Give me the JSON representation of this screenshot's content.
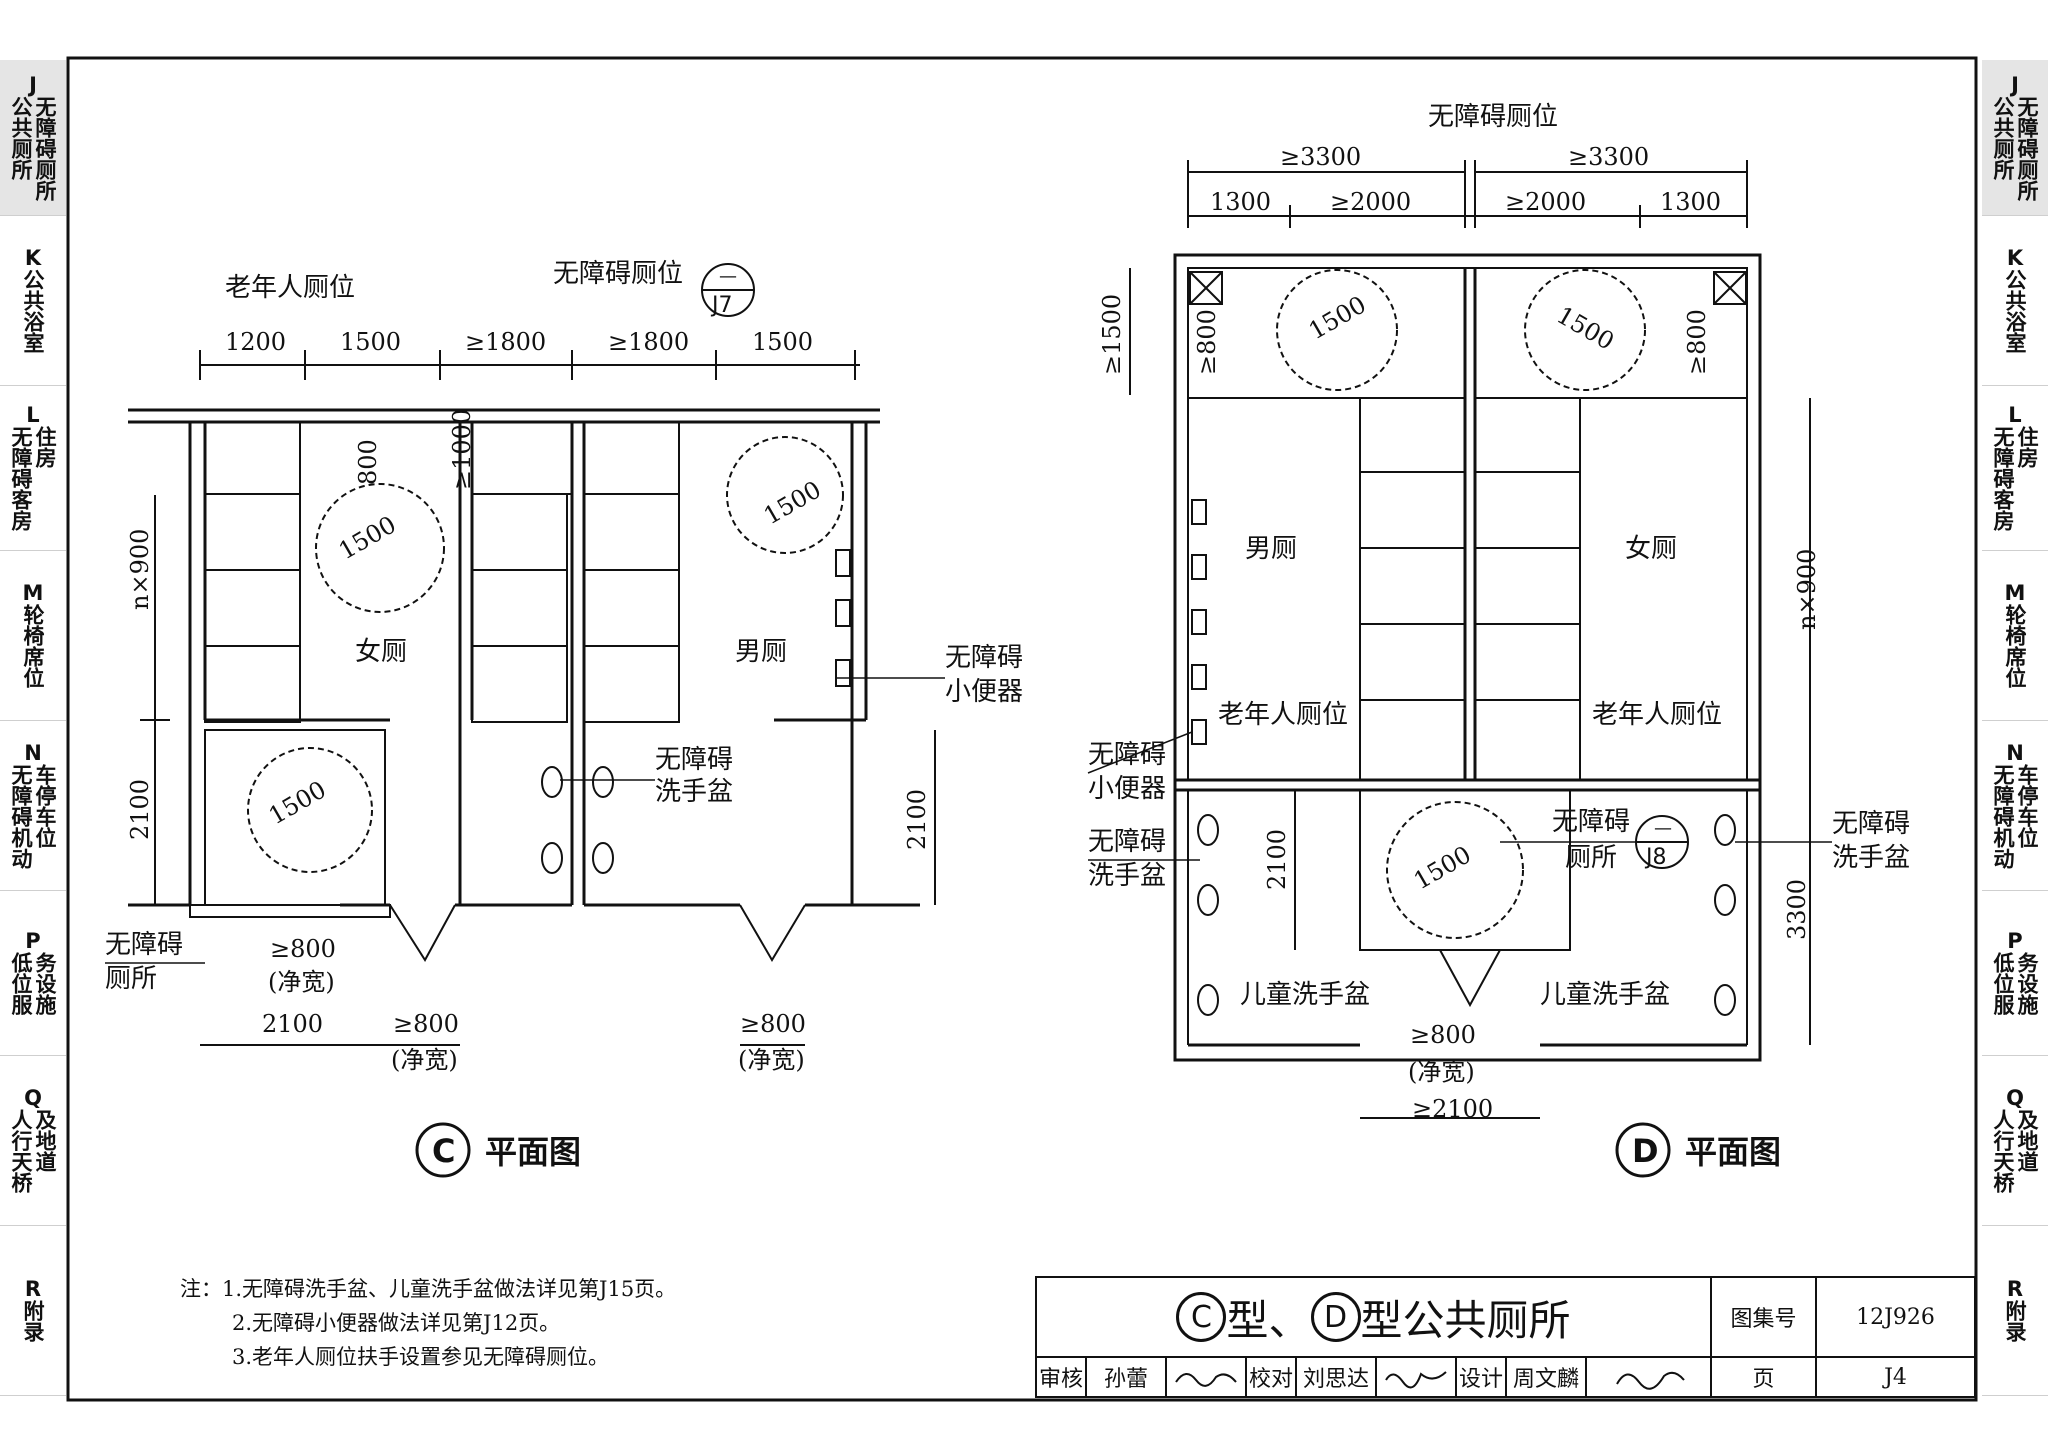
{
  "side_tabs_left": [
    {
      "code": "J",
      "lines": [
        "无障碍厕所",
        "公共厕所"
      ],
      "active": true
    },
    {
      "code": "K",
      "lines": [
        "公共浴室"
      ],
      "active": false
    },
    {
      "code": "L",
      "lines": [
        "住房",
        "无障碍客房"
      ],
      "active": false
    },
    {
      "code": "M",
      "lines": [
        "轮椅席位"
      ],
      "active": false
    },
    {
      "code": "N",
      "lines": [
        "车停车位",
        "无障碍机动"
      ],
      "active": false
    },
    {
      "code": "P",
      "lines": [
        "务设施",
        "低位服"
      ],
      "active": false
    },
    {
      "code": "Q",
      "lines": [
        "及地道",
        "人行天桥"
      ],
      "active": false
    },
    {
      "code": "R",
      "lines": [
        "附录"
      ],
      "active": false
    }
  ],
  "plan_c": {
    "caption_letter": "C",
    "caption_text": "平面图",
    "dims_top": [
      "1200",
      "1500",
      "≥1800",
      "≥1800",
      "1500"
    ],
    "label_elderly": "老年人厕位",
    "label_accessible_stall": "无障碍厕位",
    "detail_ref_top": "—",
    "detail_ref_bottom": "J7",
    "women": "女厕",
    "men": "男厕",
    "turn_circle": "1500",
    "dim_800": "800",
    "dim_clear": "(净宽)",
    "dim_1000": "≥1000",
    "dim_nx900": "n×900",
    "dim_2100_left": "2100",
    "dim_2100_right": "2100",
    "urinal_line1": "无障碍",
    "urinal_line2": "小便器",
    "basin_line1": "无障碍",
    "basin_line2": "洗手盆",
    "toilet_line1": "无障碍",
    "toilet_line2": "厕所",
    "door_min": "≥800",
    "door_clear": "(净宽)",
    "width_2100": "2100"
  },
  "plan_d": {
    "caption_letter": "D",
    "caption_text": "平面图",
    "label_accessible_stall": "无障碍厕位",
    "dims_top_outer": [
      "≥3300",
      "≥3300"
    ],
    "dims_top_inner": [
      "1300",
      "≥2000",
      "≥2000",
      "1300"
    ],
    "dim_1500_v": "≥1500",
    "dim_800": "≥800",
    "dim_clear": "(净宽)",
    "turn_circle": "1500",
    "men": "男厕",
    "women": "女厕",
    "dim_nx900": "n×900",
    "elderly_left": "老年人厕位",
    "elderly_right": "老年人厕位",
    "urinal_line1": "无障碍",
    "urinal_line2": "小便器",
    "basin_left_line1": "无障碍",
    "basin_left_line2": "洗手盆",
    "basin_right_line1": "无障碍",
    "basin_right_line2": "洗手盆",
    "toilet_line1": "无障碍",
    "toilet_line2": "厕所",
    "detail_ref_top": "—",
    "detail_ref_bottom": "J8",
    "dim_2100_v": "2100",
    "dim_3300_v": "3300",
    "child_basin_left": "儿童洗手盆",
    "child_basin_right": "儿童洗手盆",
    "door_min": "≥800",
    "door_clear": "(净宽)",
    "width_2100": "≥2100"
  },
  "notes": [
    "注：1.无障碍洗手盆、儿童洗手盆做法详见第J15页。",
    "2.无障碍小便器做法详见第J12页。",
    "3.老年人厕位扶手设置参见无障碍厕位。"
  ],
  "title_block": {
    "title_c": "C",
    "title_sep": "型、",
    "title_d": "D",
    "title_rest": "型公共厕所",
    "atlas_label": "图集号",
    "atlas_no": "12J926",
    "review_label": "审核",
    "reviewer": "孙蕾",
    "check_label": "校对",
    "checker": "刘思达",
    "design_label": "设计",
    "designer": "周文麟",
    "page_label": "页",
    "page_no": "J4"
  }
}
